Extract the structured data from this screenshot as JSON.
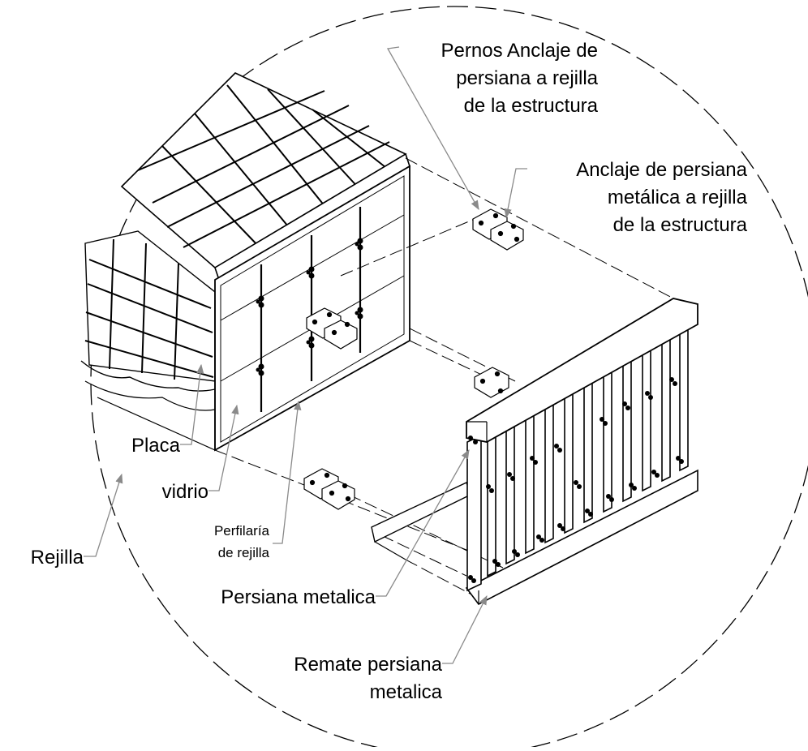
{
  "labels": {
    "pernos_line1": "Pernos Anclaje de",
    "pernos_line2": "persiana a rejilla",
    "pernos_line3": "de la estructura",
    "anclaje_line1": "Anclaje de persiana",
    "anclaje_line2": "metálica a rejilla",
    "anclaje_line3": "de la estructura",
    "placa": "Placa",
    "vidrio": "vidrio",
    "rejilla": "Rejilla",
    "perfilaria_line1": "Perfilaría",
    "perfilaria_line2": "de rejilla",
    "persiana_metalica": "Persiana metalica",
    "remate_line1": "Remate persiana",
    "remate_line2": "metalica"
  }
}
